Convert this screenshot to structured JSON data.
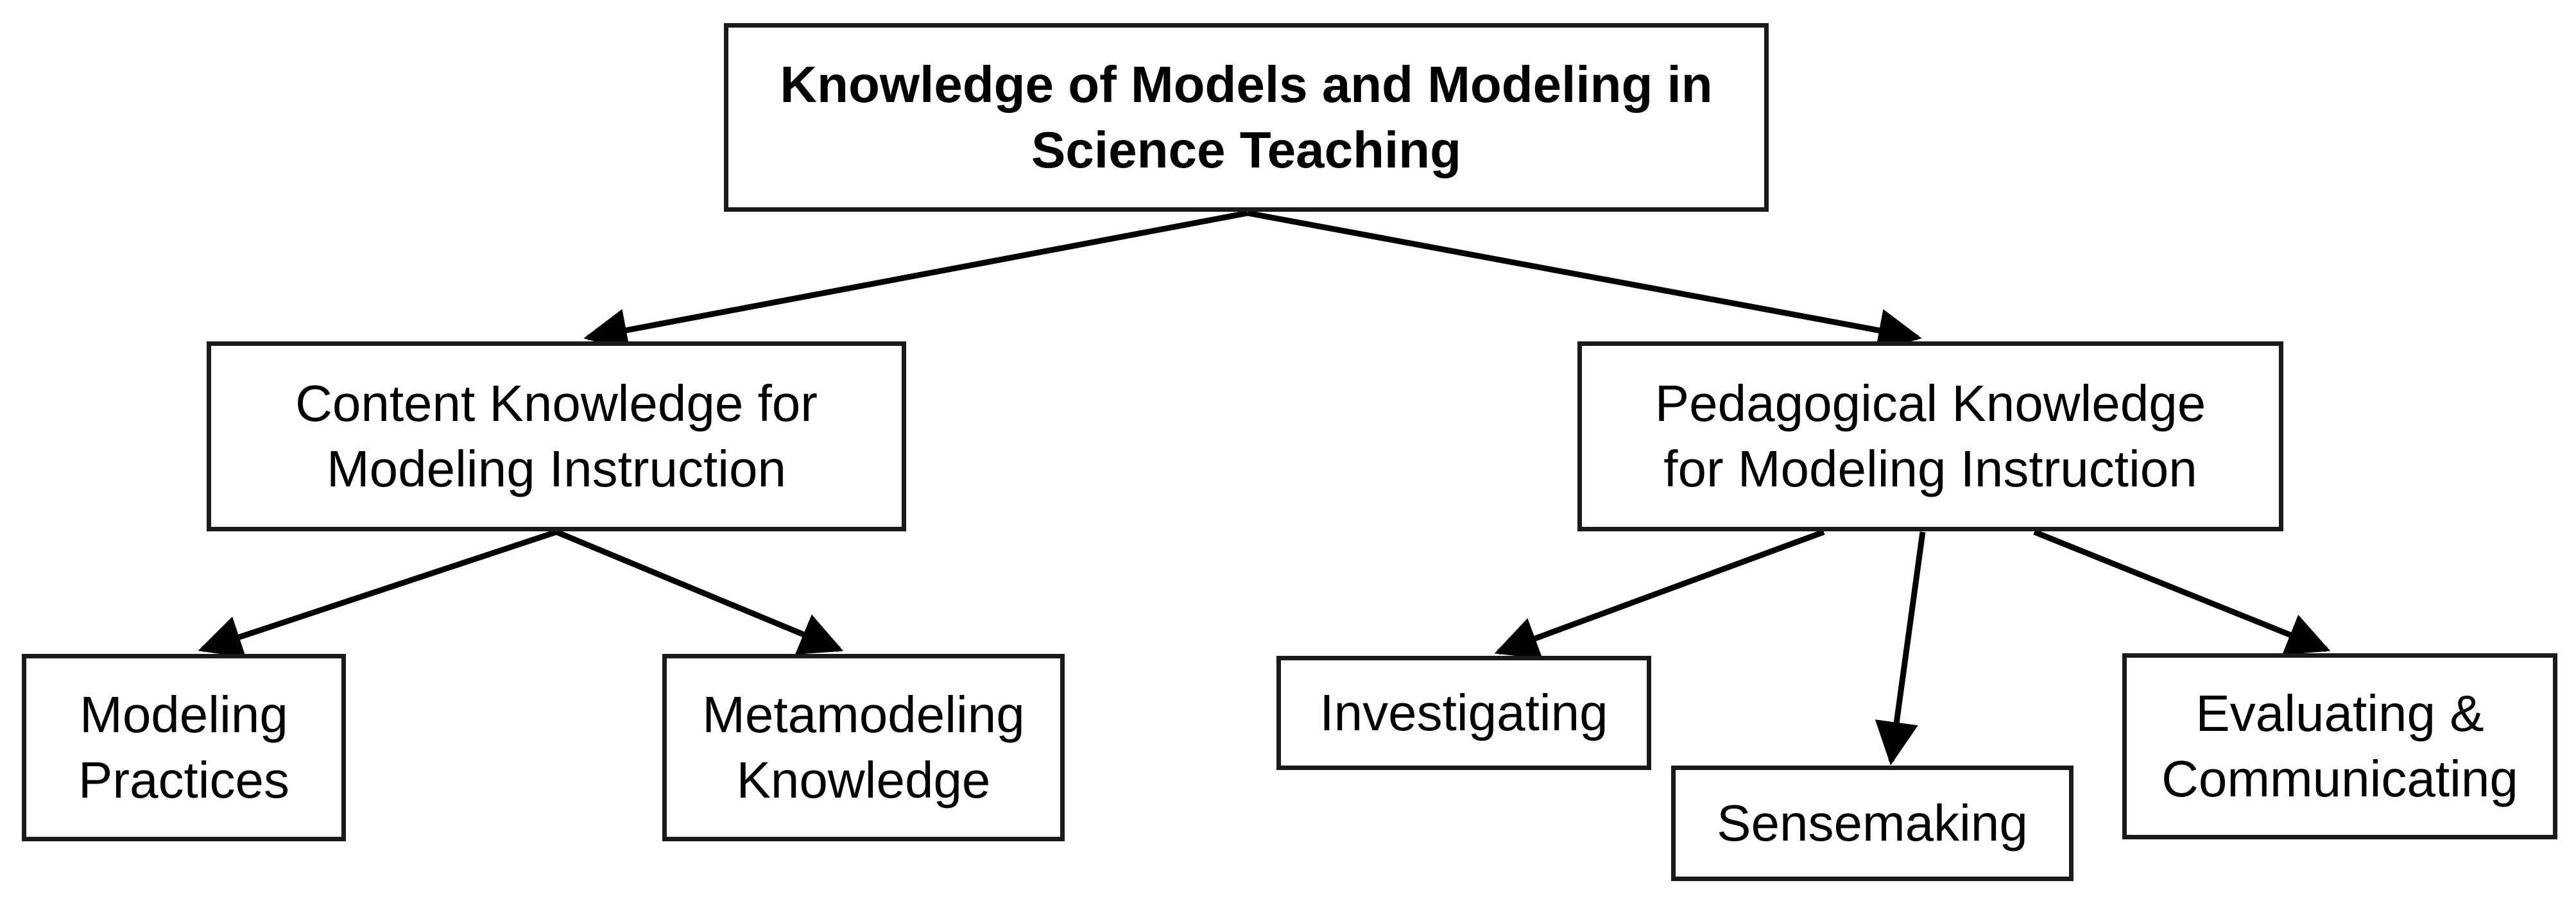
{
  "diagram": {
    "title": "Knowledge of Models and Modeling in Science Teaching",
    "colors": {
      "background": "#ffffff",
      "box_border": "#1a1a1a",
      "text": "#000000",
      "arrow": "#000000"
    },
    "nodes": {
      "root": {
        "label": "Knowledge of Models and Modeling in Science Teaching",
        "lines": [
          "Knowledge of Models and Modeling in",
          "Science Teaching"
        ]
      },
      "content": {
        "label": "Content Knowledge for Modeling Instruction",
        "lines": [
          "Content Knowledge for",
          "Modeling Instruction"
        ]
      },
      "pedagogical": {
        "label": "Pedagogical Knowledge for Modeling Instruction",
        "lines": [
          "Pedagogical Knowledge",
          "for Modeling Instruction"
        ]
      },
      "modeling_practices": {
        "label": "Modeling Practices",
        "lines": [
          "Modeling",
          "Practices"
        ]
      },
      "metamodeling": {
        "label": "Metamodeling Knowledge",
        "lines": [
          "Metamodeling",
          "Knowledge"
        ]
      },
      "investigating": {
        "label": "Investigating",
        "lines": [
          "Investigating"
        ]
      },
      "sensemaking": {
        "label": "Sensemaking",
        "lines": [
          "Sensemaking"
        ]
      },
      "evaluating": {
        "label": "Evaluating & Communicating",
        "lines": [
          "Evaluating &",
          "Communicating"
        ]
      }
    }
  }
}
